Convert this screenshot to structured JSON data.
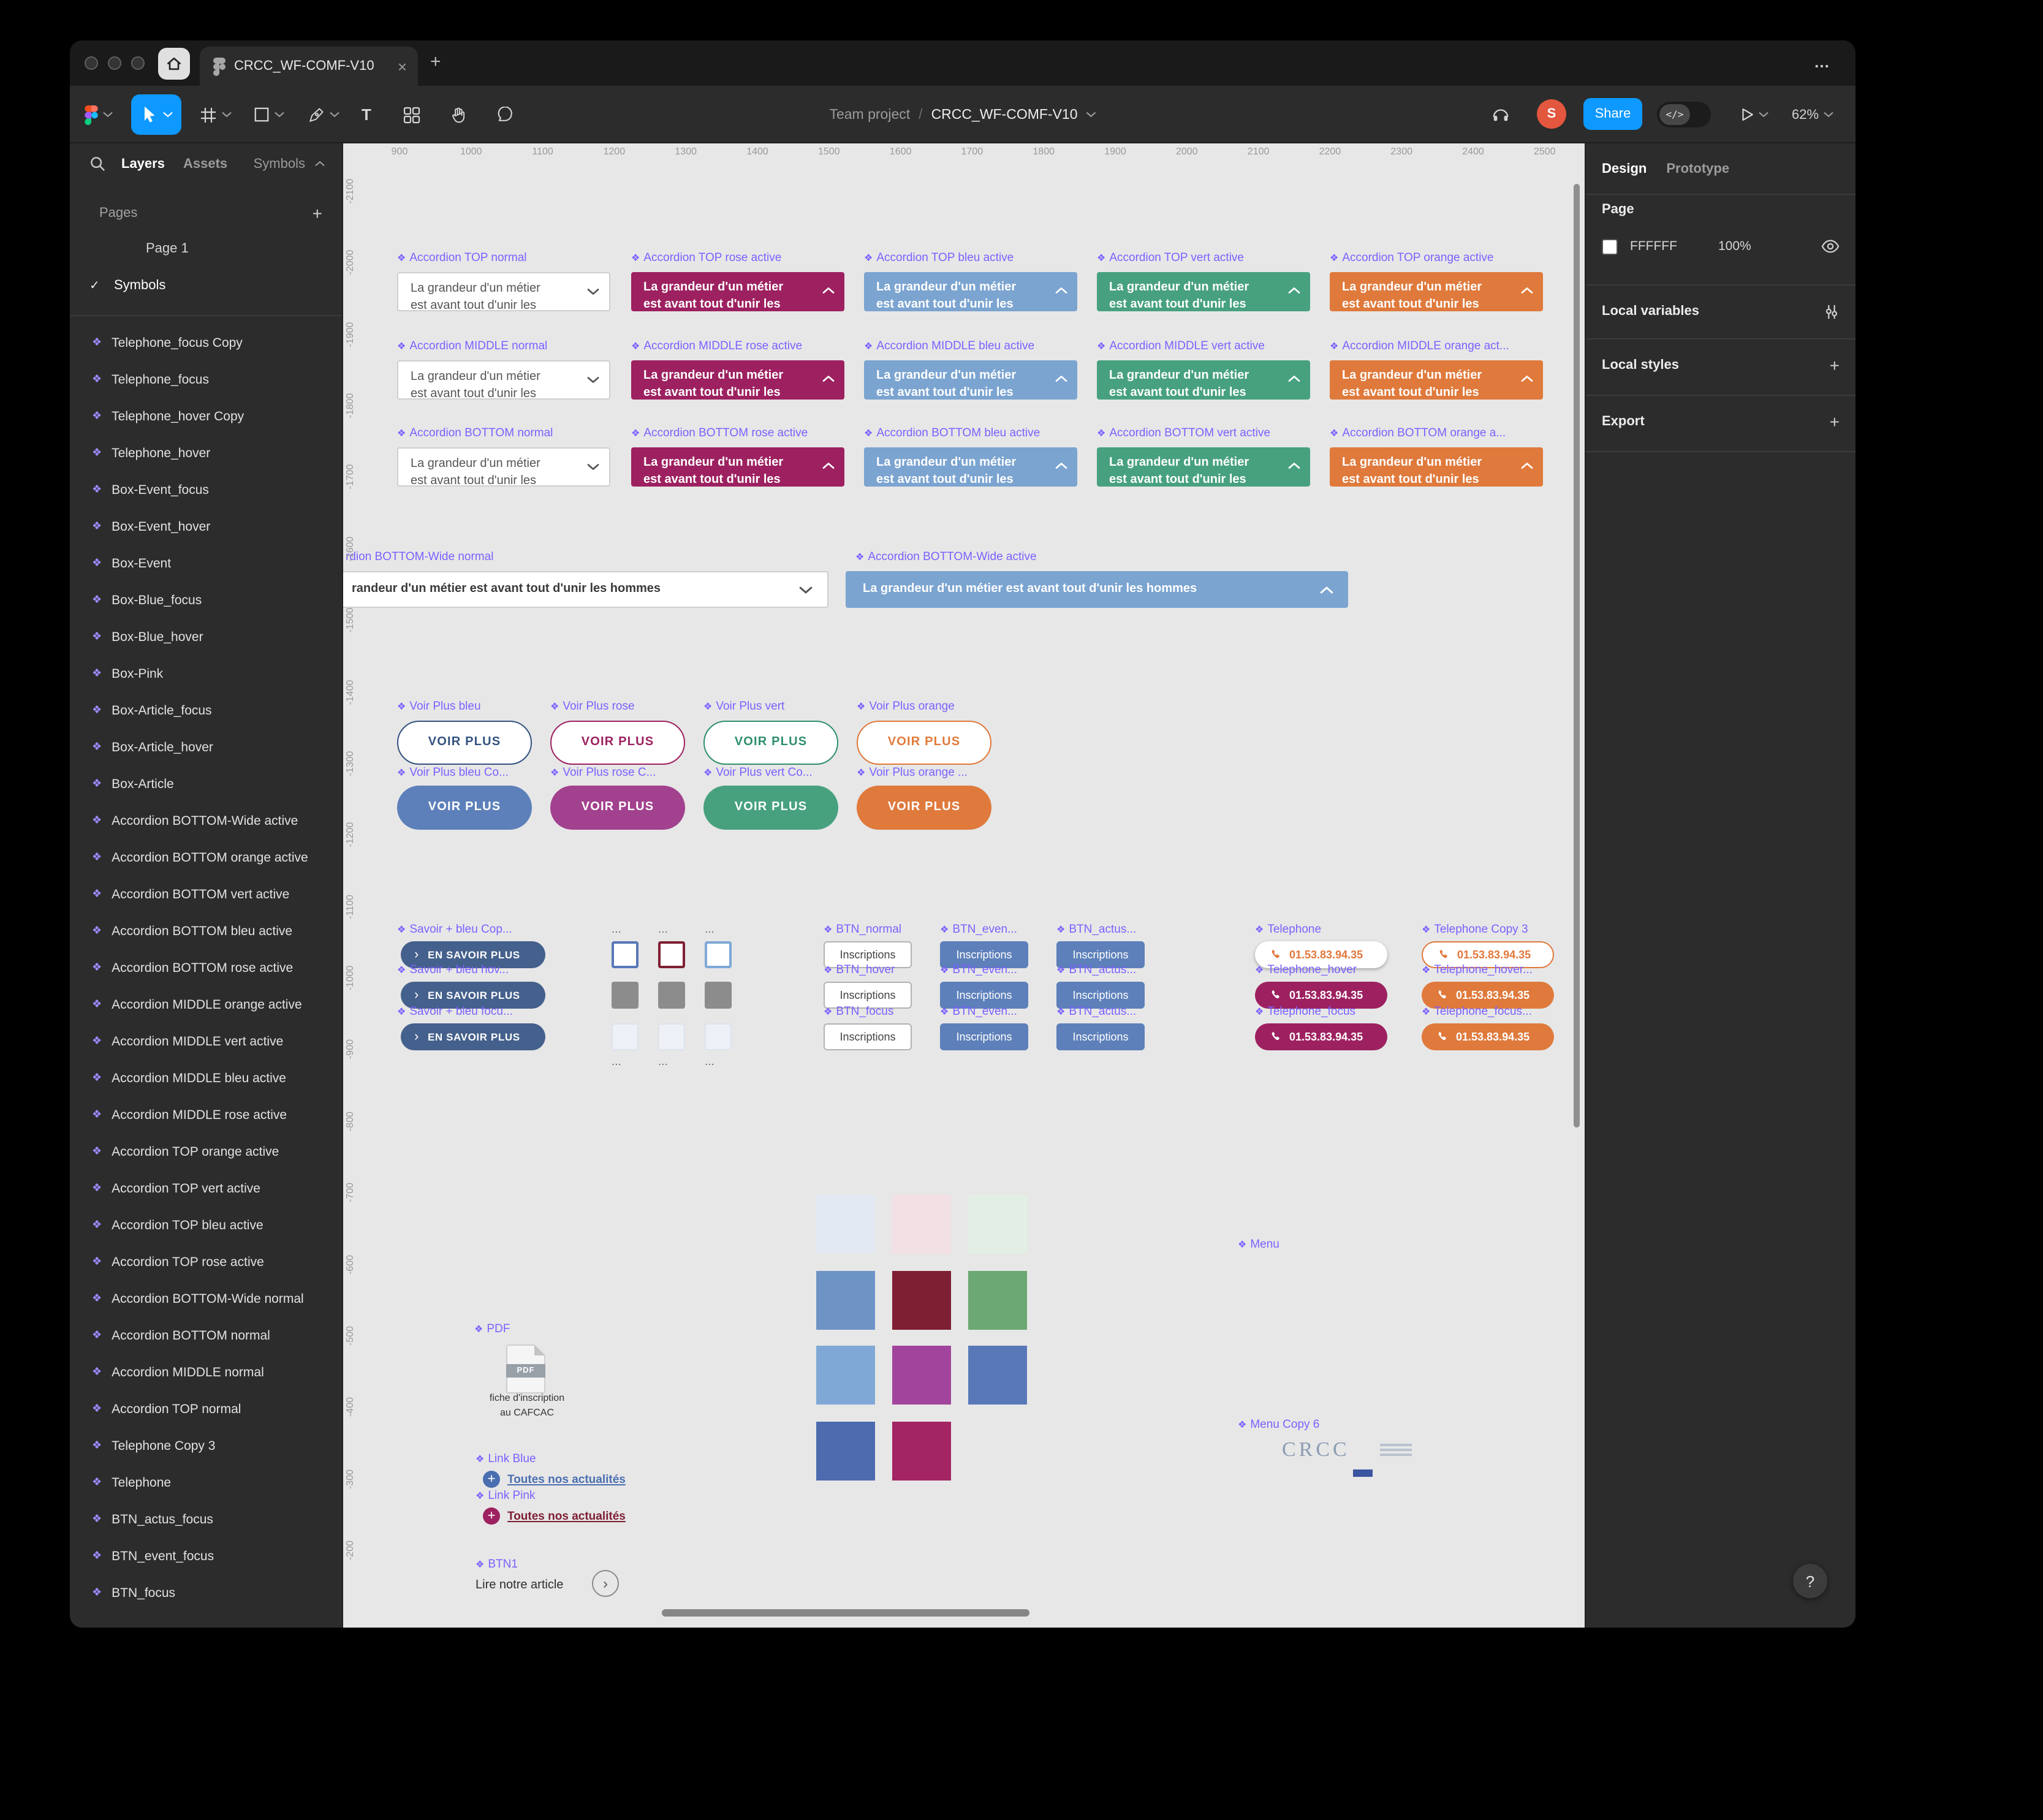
{
  "colors": {
    "accent_blue": "#0d99ff",
    "component_purple": "#7b61ff",
    "rose": "#9d2160",
    "bleu": "#7ba4d0",
    "vert": "#47a17f",
    "orange": "#df7a3c",
    "solid_bleu": "#5d80ba",
    "solid_rose": "#a2418e",
    "savoir_blue": "#44608c",
    "dark_red": "#7e1f33",
    "telephone_orange": "#e2783b",
    "avatar_orange": "#e2573e",
    "canvas_bg": "#e7e7e7"
  },
  "icons": {
    "diamond": "❖",
    "check": "✓",
    "chevron_right": "›",
    "close": "×",
    "plus": "+",
    "ellipsis": "…",
    "help": "?",
    "dev_code": "</>"
  },
  "titlebar": {
    "tab_title": "CRCC_WF-COMF-V10"
  },
  "toolbar": {
    "project": "Team project",
    "separator": "/",
    "file": "CRCC_WF-COMF-V10",
    "share": "Share",
    "zoom": "62%",
    "avatar": "S"
  },
  "left_panel": {
    "tab_layers": "Layers",
    "tab_assets": "Assets",
    "page_tab": "Symbols",
    "pages_label": "Pages",
    "pages": [
      {
        "name": "Page 1"
      },
      {
        "name": "Symbols",
        "check": "✓"
      }
    ],
    "symbols": [
      "Telephone_focus Copy",
      "Telephone_focus",
      "Telephone_hover Copy",
      "Telephone_hover",
      "Box-Event_focus",
      "Box-Event_hover",
      "Box-Event",
      "Box-Blue_focus",
      "Box-Blue_hover",
      "Box-Pink",
      "Box-Article_focus",
      "Box-Article_hover",
      "Box-Article",
      "Accordion BOTTOM-Wide active",
      "Accordion BOTTOM orange active",
      "Accordion BOTTOM vert active",
      "Accordion BOTTOM bleu active",
      "Accordion BOTTOM rose active",
      "Accordion MIDDLE orange active",
      "Accordion MIDDLE vert active",
      "Accordion MIDDLE bleu active",
      "Accordion MIDDLE rose active",
      "Accordion TOP orange active",
      "Accordion TOP vert active",
      "Accordion TOP bleu active",
      "Accordion TOP rose active",
      "Accordion BOTTOM-Wide normal",
      "Accordion BOTTOM normal",
      "Accordion MIDDLE normal",
      "Accordion TOP normal",
      "Telephone Copy 3",
      "Telephone",
      "BTN_actus_focus",
      "BTN_event_focus",
      "BTN_focus"
    ]
  },
  "right_panel": {
    "tab_design": "Design",
    "tab_prototype": "Prototype",
    "page_label": "Page",
    "page_color": "FFFFFF",
    "page_opacity": "100%",
    "local_variables": "Local variables",
    "local_styles": "Local styles",
    "export_label": "Export",
    "add": "+",
    "help": "?"
  },
  "canvas": {
    "ruler_top": [
      "900",
      "1000",
      "1100",
      "1200",
      "1300",
      "1400",
      "1500",
      "1600",
      "1700",
      "1800",
      "1900",
      "2000",
      "2100",
      "2200",
      "2300",
      "2400",
      "2500"
    ],
    "ruler_left": [
      "-2100",
      "-2000",
      "-1900",
      "-1800",
      "-1700",
      "-1600",
      "-1500",
      "-1400",
      "-1300",
      "-1200",
      "-1100",
      "-1000",
      "-900",
      "-800",
      "-700",
      "-600",
      "-500",
      "-400",
      "-300",
      "-200"
    ],
    "accordion": {
      "line1": "La grandeur d'un métier",
      "line2": "est avant tout d'unir les",
      "variants": [
        "normal",
        "rose",
        "bleu",
        "vert",
        "orange"
      ],
      "variant_colors": {
        "rose": "#9d2160",
        "bleu": "#7ba4d0",
        "vert": "#47a17f",
        "orange": "#df7a3c"
      },
      "rows": [
        {
          "labels": [
            "Accordion TOP normal",
            "Accordion TOP rose active",
            "Accordion TOP bleu active",
            "Accordion TOP vert active",
            "Accordion TOP orange active"
          ]
        },
        {
          "labels": [
            "Accordion MIDDLE normal",
            "Accordion MIDDLE rose active",
            "Accordion MIDDLE bleu active",
            "Accordion MIDDLE vert active",
            "Accordion MIDDLE orange act..."
          ]
        },
        {
          "labels": [
            "Accordion BOTTOM normal",
            "Accordion BOTTOM rose active",
            "Accordion BOTTOM bleu active",
            "Accordion BOTTOM vert active",
            "Accordion BOTTOM orange a..."
          ]
        }
      ]
    },
    "wide": {
      "normal_label": "rdion BOTTOM-Wide normal",
      "normal_text": "randeur d'un métier est avant tout d'unir les hommes",
      "active_label": "Accordion BOTTOM-Wide active",
      "active_text": "La grandeur d'un métier est avant tout d'unir les hommes"
    },
    "voir_plus": {
      "button_text": "VOIR PLUS",
      "outline": [
        {
          "label": "Voir Plus bleu",
          "color": "#33527f"
        },
        {
          "label": "Voir Plus rose",
          "color": "#9d2160"
        },
        {
          "label": "Voir Plus vert",
          "color": "#2f8f6c"
        },
        {
          "label": "Voir Plus orange",
          "color": "#e07a3a"
        }
      ],
      "solid": [
        {
          "label": "Voir Plus bleu Co...",
          "color": "#5d80ba"
        },
        {
          "label": "Voir Plus rose C...",
          "color": "#a2418e"
        },
        {
          "label": "Voir Plus vert Co...",
          "color": "#47a17f"
        },
        {
          "label": "Voir Plus orange ...",
          "color": "#df7a3c"
        }
      ]
    },
    "savoir": {
      "button_text": "EN SAVOIR PLUS",
      "labels": [
        "Savoir + bleu Cop...",
        "Savoir + bleu hov...",
        "Savoir + bleu focu..."
      ]
    },
    "checkboxes": {
      "label": "...",
      "row1_borders": [
        "#5878b8",
        "#7e1f33",
        "#7fa8d6"
      ],
      "row2_fill": "#8c8c8c",
      "row3_fill": "#edf1f7"
    },
    "btn": {
      "button_text": "Inscriptions",
      "rows": [
        {
          "labels": [
            "BTN_normal",
            "BTN_even...",
            "BTN_actus..."
          ],
          "styles": [
            "white",
            "blue",
            "blue"
          ]
        },
        {
          "labels": [
            "BTN_hover",
            "BTN_even...",
            "BTN_actus..."
          ],
          "styles": [
            "white",
            "blue",
            "blue"
          ]
        },
        {
          "labels": [
            "BTN_focus",
            "BTN_even...",
            "BTN_actus..."
          ],
          "styles": [
            "white",
            "blue",
            "blue"
          ]
        }
      ]
    },
    "telephone": {
      "number": "01.53.83.94.35",
      "rows": [
        {
          "labels": [
            "Telephone",
            "Telephone Copy 3"
          ],
          "styles": [
            "white-shadow",
            "white-outline"
          ]
        },
        {
          "labels": [
            "Telephone_hover",
            "Telephone_hover..."
          ],
          "styles": [
            "rose",
            "orange"
          ]
        },
        {
          "labels": [
            "Telephone_focus",
            "Telephone_focus..."
          ],
          "styles": [
            "rose",
            "orange"
          ]
        }
      ]
    },
    "palette": [
      [
        "#e2e8f1",
        "#f3e0e4",
        "#e3eee5"
      ],
      [
        "#6e94c6",
        "#7e1f33",
        "#6ba873"
      ],
      [
        "#7fa8d6",
        "#a2449c",
        "#5878b8"
      ],
      [
        "#4d6bae",
        "#a32563",
        null
      ]
    ],
    "menu_label": "Menu",
    "menu_copy_label": "Menu Copy 6",
    "logo_text": "CRCC",
    "pdf": {
      "label": "PDF",
      "badge": "PDF",
      "line1": "fiche d'inscription",
      "line2": "au CAFCAC"
    },
    "link_blue": {
      "label": "Link Blue",
      "text": "Toutes nos actualités"
    },
    "link_pink": {
      "label": "Link Pink",
      "text": "Toutes nos actualités"
    },
    "btn1": {
      "label": "BTN1",
      "text": "Lire notre article"
    }
  }
}
